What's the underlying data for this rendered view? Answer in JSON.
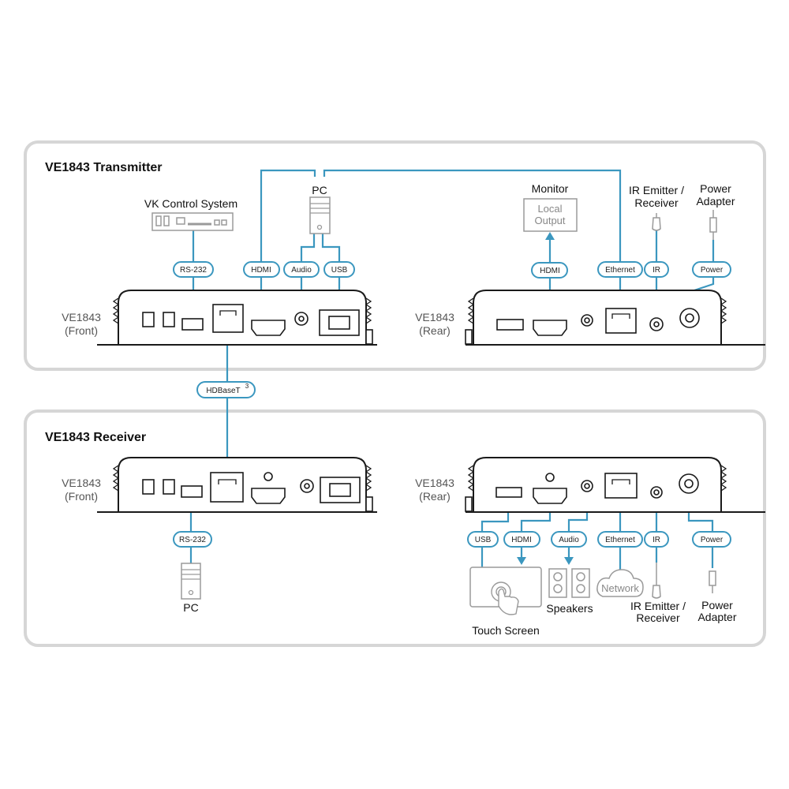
{
  "transmitter": {
    "title": "VE1843 Transmitter",
    "front_label": [
      "VE1843",
      "(Front)"
    ],
    "rear_label": [
      "VE1843",
      "(Rear)"
    ]
  },
  "receiver": {
    "title": "VE1843 Receiver",
    "front_label": [
      "VE1843",
      "(Front)"
    ],
    "rear_label": [
      "VE1843",
      "(Rear)"
    ]
  },
  "peripherals": {
    "vk_control": "VK Control System",
    "pc_top": "PC",
    "pc_bottom": "PC",
    "monitor": "Monitor",
    "monitor_screen": [
      "Local",
      "Output"
    ],
    "ir_top": [
      "IR Emitter /",
      "Receiver"
    ],
    "power_top": [
      "Power",
      "Adapter"
    ],
    "ir_bottom": [
      "IR Emitter /",
      "Receiver"
    ],
    "power_bottom": [
      "Power",
      "Adapter"
    ],
    "touch_screen": "Touch Screen",
    "speakers": "Speakers",
    "network": "Network"
  },
  "cable_labels": {
    "tx_rs232": "RS-232",
    "tx_hdmi_in": "HDMI",
    "tx_audio": "Audio",
    "tx_usb": "USB",
    "tx_hdmi_out": "HDMI",
    "tx_ethernet": "Ethernet",
    "tx_ir": "IR",
    "tx_power": "Power",
    "hdbaset": "HDBaseT",
    "hdbaset_sup": "3",
    "rx_rs232": "RS-232",
    "rx_usb": "USB",
    "rx_hdmi": "HDMI",
    "rx_audio": "Audio",
    "rx_ethernet": "Ethernet",
    "rx_ir": "IR",
    "rx_power": "Power"
  },
  "colors": {
    "cable": "#3b97bf",
    "panel_border": "#d6d6d6"
  }
}
